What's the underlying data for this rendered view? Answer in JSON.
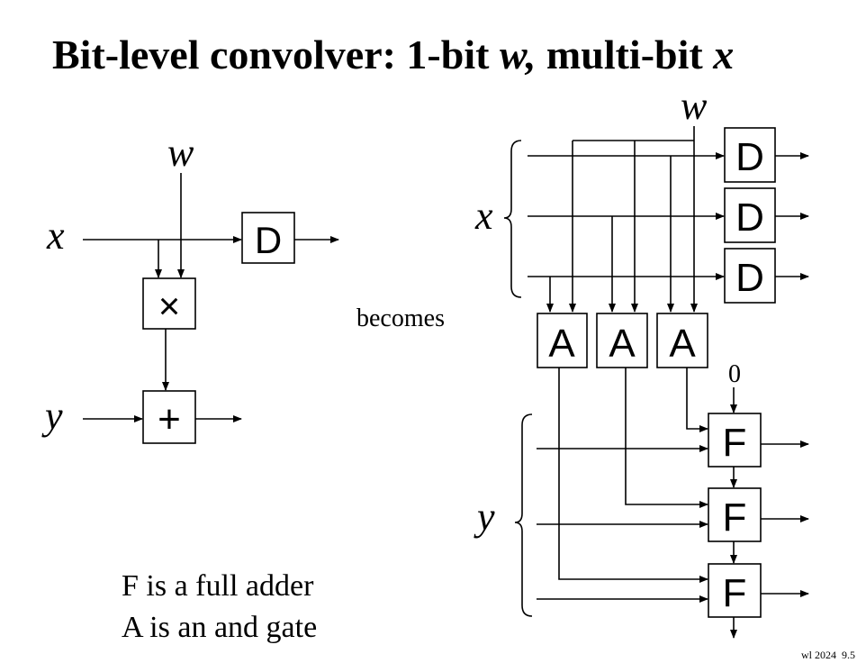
{
  "title": {
    "main": "Bit-level convolver: 1-bit ",
    "w": "w,",
    "middle": " multi-bit ",
    "x": "x"
  },
  "left_diagram": {
    "x_label": "x",
    "w_label": "w",
    "y_label": "y",
    "delay_label": "D",
    "multiply_label": "×",
    "add_label": "+"
  },
  "becomes_label": "becomes",
  "right_diagram": {
    "w_label": "w",
    "x_label": "x",
    "y_label": "y",
    "delay_labels": [
      "D",
      "D",
      "D"
    ],
    "and_labels": [
      "A",
      "A",
      "A"
    ],
    "adder_labels": [
      "F",
      "F",
      "F"
    ],
    "zero_label": "0"
  },
  "legend": {
    "line1": "F is a full adder",
    "line2": "A is an and gate"
  },
  "footer": "wl 2024  9.5"
}
